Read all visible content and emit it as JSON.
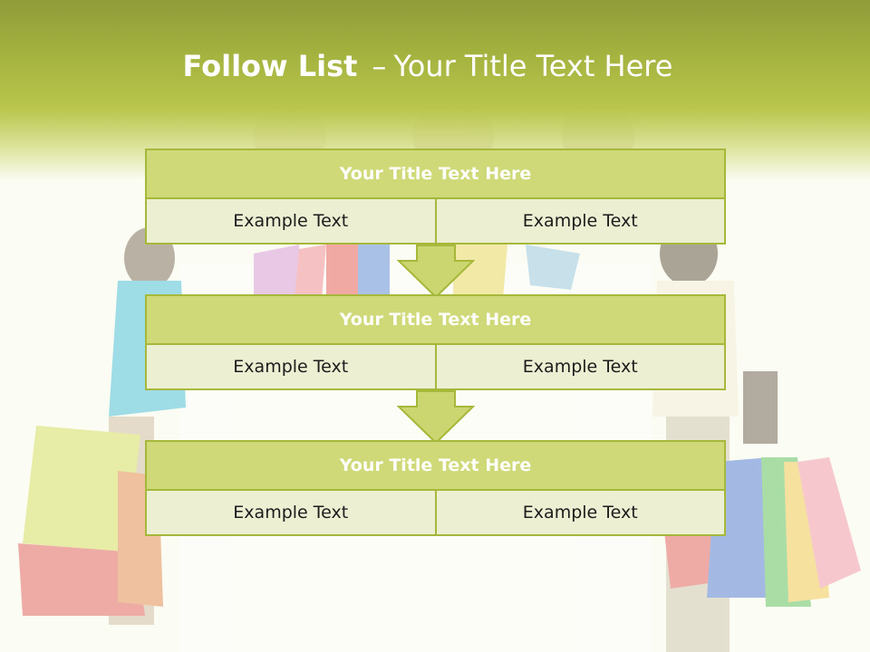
{
  "slide": {
    "title_bold": "Follow List",
    "title_separator": "–",
    "title_rest": "Your Title Text Here"
  },
  "blocks": [
    {
      "title": "Your Title Text Here",
      "left": "Example Text",
      "right": "Example Text"
    },
    {
      "title": "Your Title Text Here",
      "left": "Example Text",
      "right": "Example Text"
    },
    {
      "title": "Your Title Text Here",
      "left": "Example Text",
      "right": "Example Text"
    }
  ],
  "colors": {
    "accent": "#a6b83a",
    "header_fill": "#cfd978",
    "cell_fill": "#ecefd2",
    "arrow_fill": "#cbd670"
  }
}
